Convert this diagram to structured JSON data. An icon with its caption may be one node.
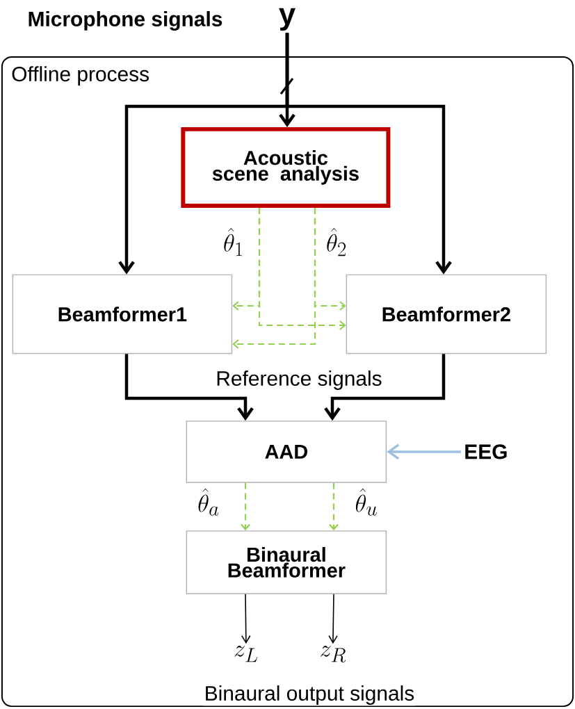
{
  "diagram": {
    "nodes": [
      {
        "text": [
          "Offline process"
        ]
      },
      {
        "text": [
          "\\mathbf{y}"
        ],
        "beside": [
          "Microphone signals"
        ]
      },
      {
        "text": [
          "Acoustic scene analysis"
        ],
        "in": 0
      },
      {
        "text": [
          "Beamformer1"
        ],
        "in": 0
      },
      {
        "text": [
          "Beamformer2"
        ],
        "in": 0
      },
      {
        "text": [
          "AAD"
        ],
        "in": 0
      },
      {
        "text": [
          "EEG"
        ],
        "in": 0
      },
      {
        "text": [
          "Binaural Beamformer"
        ],
        "in": 0
      },
      {
        "text": [
          "z_L"
        ],
        "in": 0
      },
      {
        "text": [
          "z_R"
        ],
        "in": 0
      }
    ],
    "edges": [
      {
        "from": 1,
        "to": 2,
        "arrow": "to",
        "style": "thick"
      },
      {
        "from": 1,
        "to": 3,
        "arrow": "to",
        "style": "thick"
      },
      {
        "from": 1,
        "to": 4,
        "arrow": "to",
        "style": "thick"
      },
      {
        "from": 2,
        "to": 3,
        "arrow": "to",
        "style": "dashed",
        "color": "#92d050",
        "label": "\\hat{\\theta}_1"
      },
      {
        "from": 2,
        "to": 4,
        "arrow": "to",
        "style": "dashed",
        "color": "#92d050"
      },
      {
        "from": 2,
        "to": 4,
        "arrow": "to",
        "style": "dashed",
        "color": "#92d050",
        "label": "\\hat{\\theta}_2"
      },
      {
        "from": 2,
        "to": 3,
        "arrow": "to",
        "style": "dashed",
        "color": "#92d050"
      },
      {
        "from": 3,
        "to": 5,
        "arrow": "to",
        "style": "thick"
      },
      {
        "from": 4,
        "to": 5,
        "arrow": "to",
        "style": "thick"
      },
      {
        "from": 6,
        "to": 5,
        "arrow": "to",
        "color": "#9dbfe0"
      },
      {
        "from": 5,
        "to": 7,
        "arrow": "to",
        "style": "dashed",
        "color": "#92d050",
        "label": "\\hat{\\theta}_a"
      },
      {
        "from": 5,
        "to": 7,
        "arrow": "to",
        "style": "dashed",
        "color": "#92d050",
        "label": "\\hat{\\theta}_u"
      },
      {
        "from": 7,
        "to": 8,
        "arrow": "to"
      },
      {
        "from": 7,
        "to": 9,
        "arrow": "to"
      }
    ],
    "labels": [
      "Reference signals",
      "Binaural output signals"
    ]
  }
}
